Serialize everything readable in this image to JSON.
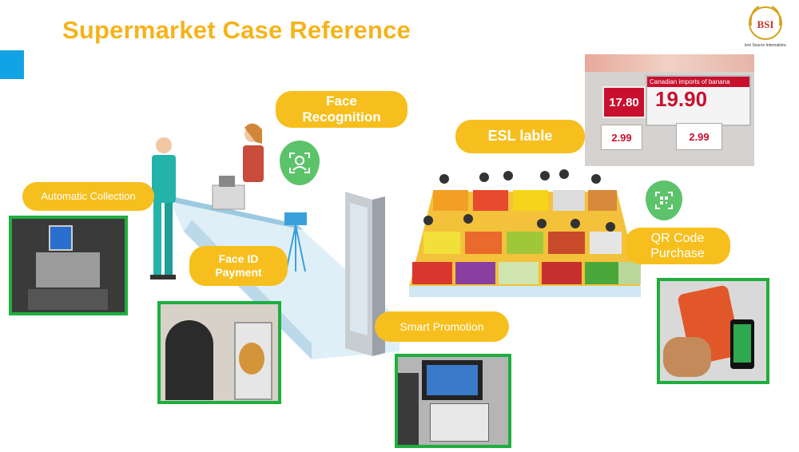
{
  "title": "Supermarket Case Reference",
  "logo": {
    "text": "BSI",
    "tagline": "Best Source International"
  },
  "labels": {
    "face_recognition": "Face Recognition",
    "esl": "ESL lable",
    "automatic_collection": "Automatic Collection",
    "face_id_payment": "Face ID Payment",
    "qr_code_purchase": "QR Code Purchase",
    "smart_promotion": "Smart Promotion"
  },
  "esl_photo": {
    "header": "Canadian imports of banana",
    "main_price": "19.90",
    "price_2": "17.80",
    "price_3": "2.99",
    "price_4": "2.99"
  },
  "colors": {
    "accent": "#f5b31b",
    "pill": "#f7bf1e",
    "photo_border": "#1fae3f",
    "tab": "#12a3e4",
    "icon": "#5cc36a"
  }
}
